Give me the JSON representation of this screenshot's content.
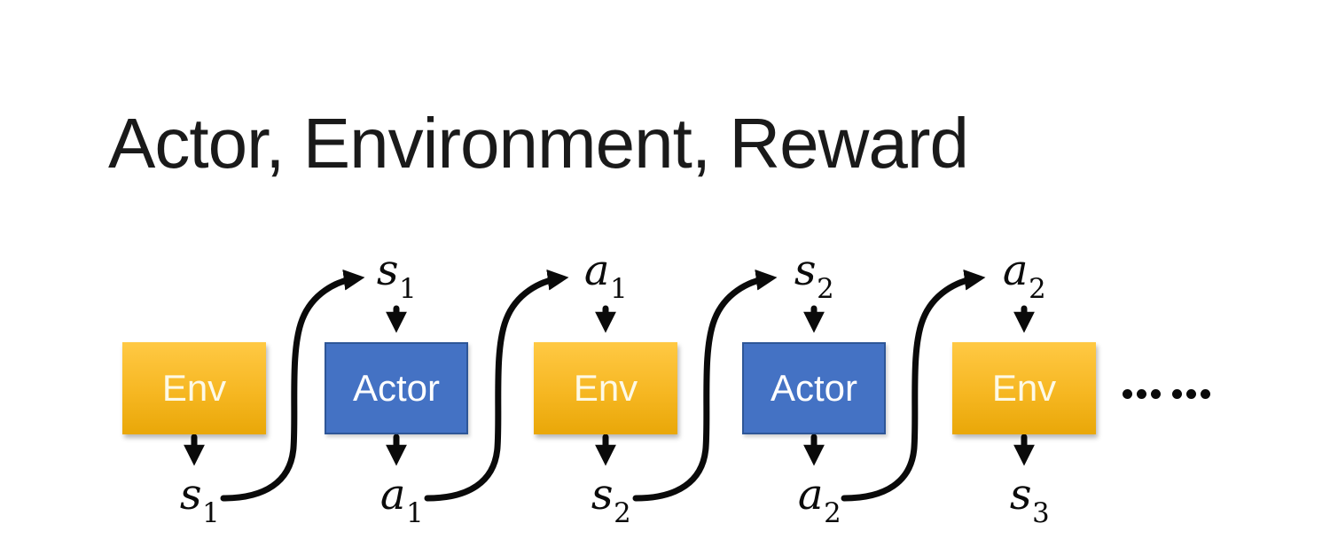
{
  "title": "Actor, Environment, Reward",
  "colors": {
    "background": "#FFFFFF",
    "title_text": "#1A1A1A",
    "env_gradient_top": "#FFC944",
    "env_gradient_bottom": "#E9A708",
    "actor_fill": "#4472C4",
    "actor_border": "#2E5697",
    "box_text": "#FFFFFF",
    "arrow": "#0A0A0A"
  },
  "diagram": {
    "boxes": [
      {
        "id": "env-1",
        "type": "env",
        "label": "Env",
        "top_label": null,
        "bottom_label": {
          "base": "s",
          "sub": "1"
        }
      },
      {
        "id": "actor-1",
        "type": "actor",
        "label": "Actor",
        "top_label": {
          "base": "s",
          "sub": "1"
        },
        "bottom_label": {
          "base": "a",
          "sub": "1"
        }
      },
      {
        "id": "env-2",
        "type": "env",
        "label": "Env",
        "top_label": {
          "base": "a",
          "sub": "1"
        },
        "bottom_label": {
          "base": "s",
          "sub": "2"
        }
      },
      {
        "id": "actor-2",
        "type": "actor",
        "label": "Actor",
        "top_label": {
          "base": "s",
          "sub": "2"
        },
        "bottom_label": {
          "base": "a",
          "sub": "2"
        }
      },
      {
        "id": "env-3",
        "type": "env",
        "label": "Env",
        "top_label": {
          "base": "a",
          "sub": "2"
        },
        "bottom_label": {
          "base": "s",
          "sub": "3"
        }
      }
    ],
    "ellipsis": "……"
  }
}
